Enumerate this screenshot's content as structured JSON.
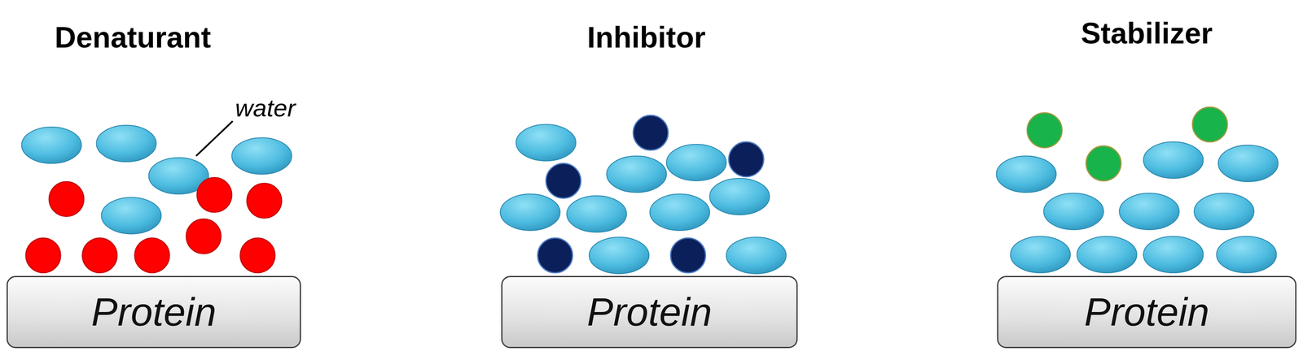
{
  "diagram": {
    "nodes": [
      {
        "text": [
          "Protein"
        ]
      },
      {
        "text": [
          "Protein"
        ]
      },
      {
        "text": [
          "Protein"
        ]
      }
    ],
    "labels": [
      "Denaturant",
      "water",
      "Inhibitor",
      "Stabilizer"
    ]
  }
}
